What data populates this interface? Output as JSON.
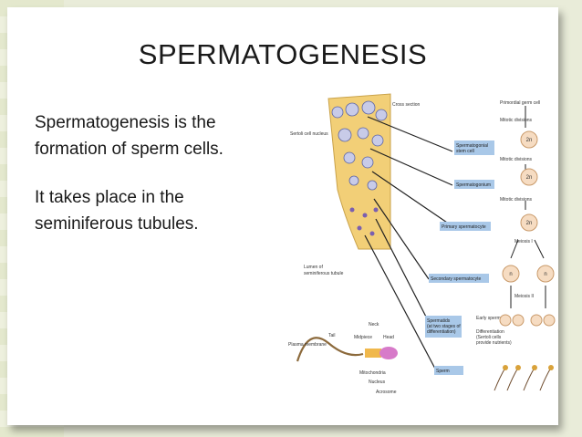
{
  "slide": {
    "title": "SPERMATOGENESIS",
    "paragraph_1": "Spermatogenesis is the formation of sperm cells.",
    "paragraph_2": "It takes place in the seminiferous tubules."
  },
  "figure_labels": {
    "cross_section": "Cross section of seminiferous tubule",
    "sertoli": "Sertoli cell nucleus",
    "lumen": "Lumen of seminiferous tubule",
    "primordial": "Primordial germ cell",
    "mitotic1": "Mitotic divisions",
    "spermatogonial": "Spermatogonial stem cell",
    "mitotic2": "Mitotic divisions",
    "spermatogonium": "Spermatogonium",
    "mitotic3": "Mitotic divisions",
    "primary": "Primary spermatocyte",
    "meiosis1": "Meiosis I",
    "secondary": "Secondary spermatocyte",
    "meiosis2": "Meiosis II",
    "spermatids": "Spermatids (at two stages of differentiation)",
    "early": "Early spermatid",
    "differentiation": "Differentiation (Sertoli cells provide nutrients)",
    "sperm": "Sperm",
    "neck": "Neck",
    "tail": "Tail",
    "midpiece": "Midpiece",
    "head": "Head",
    "plasma": "Plasma membrane",
    "mitochondria": "Mitochondria",
    "nucleus": "Nucleus",
    "acrosome": "Acrosome",
    "n2": "2n",
    "n": "n"
  },
  "colors": {
    "tubule": "#f2cf77",
    "label_box": "#a9c8e8",
    "cell": "#f6dcc2",
    "nucleus": "#6f7ab8"
  }
}
